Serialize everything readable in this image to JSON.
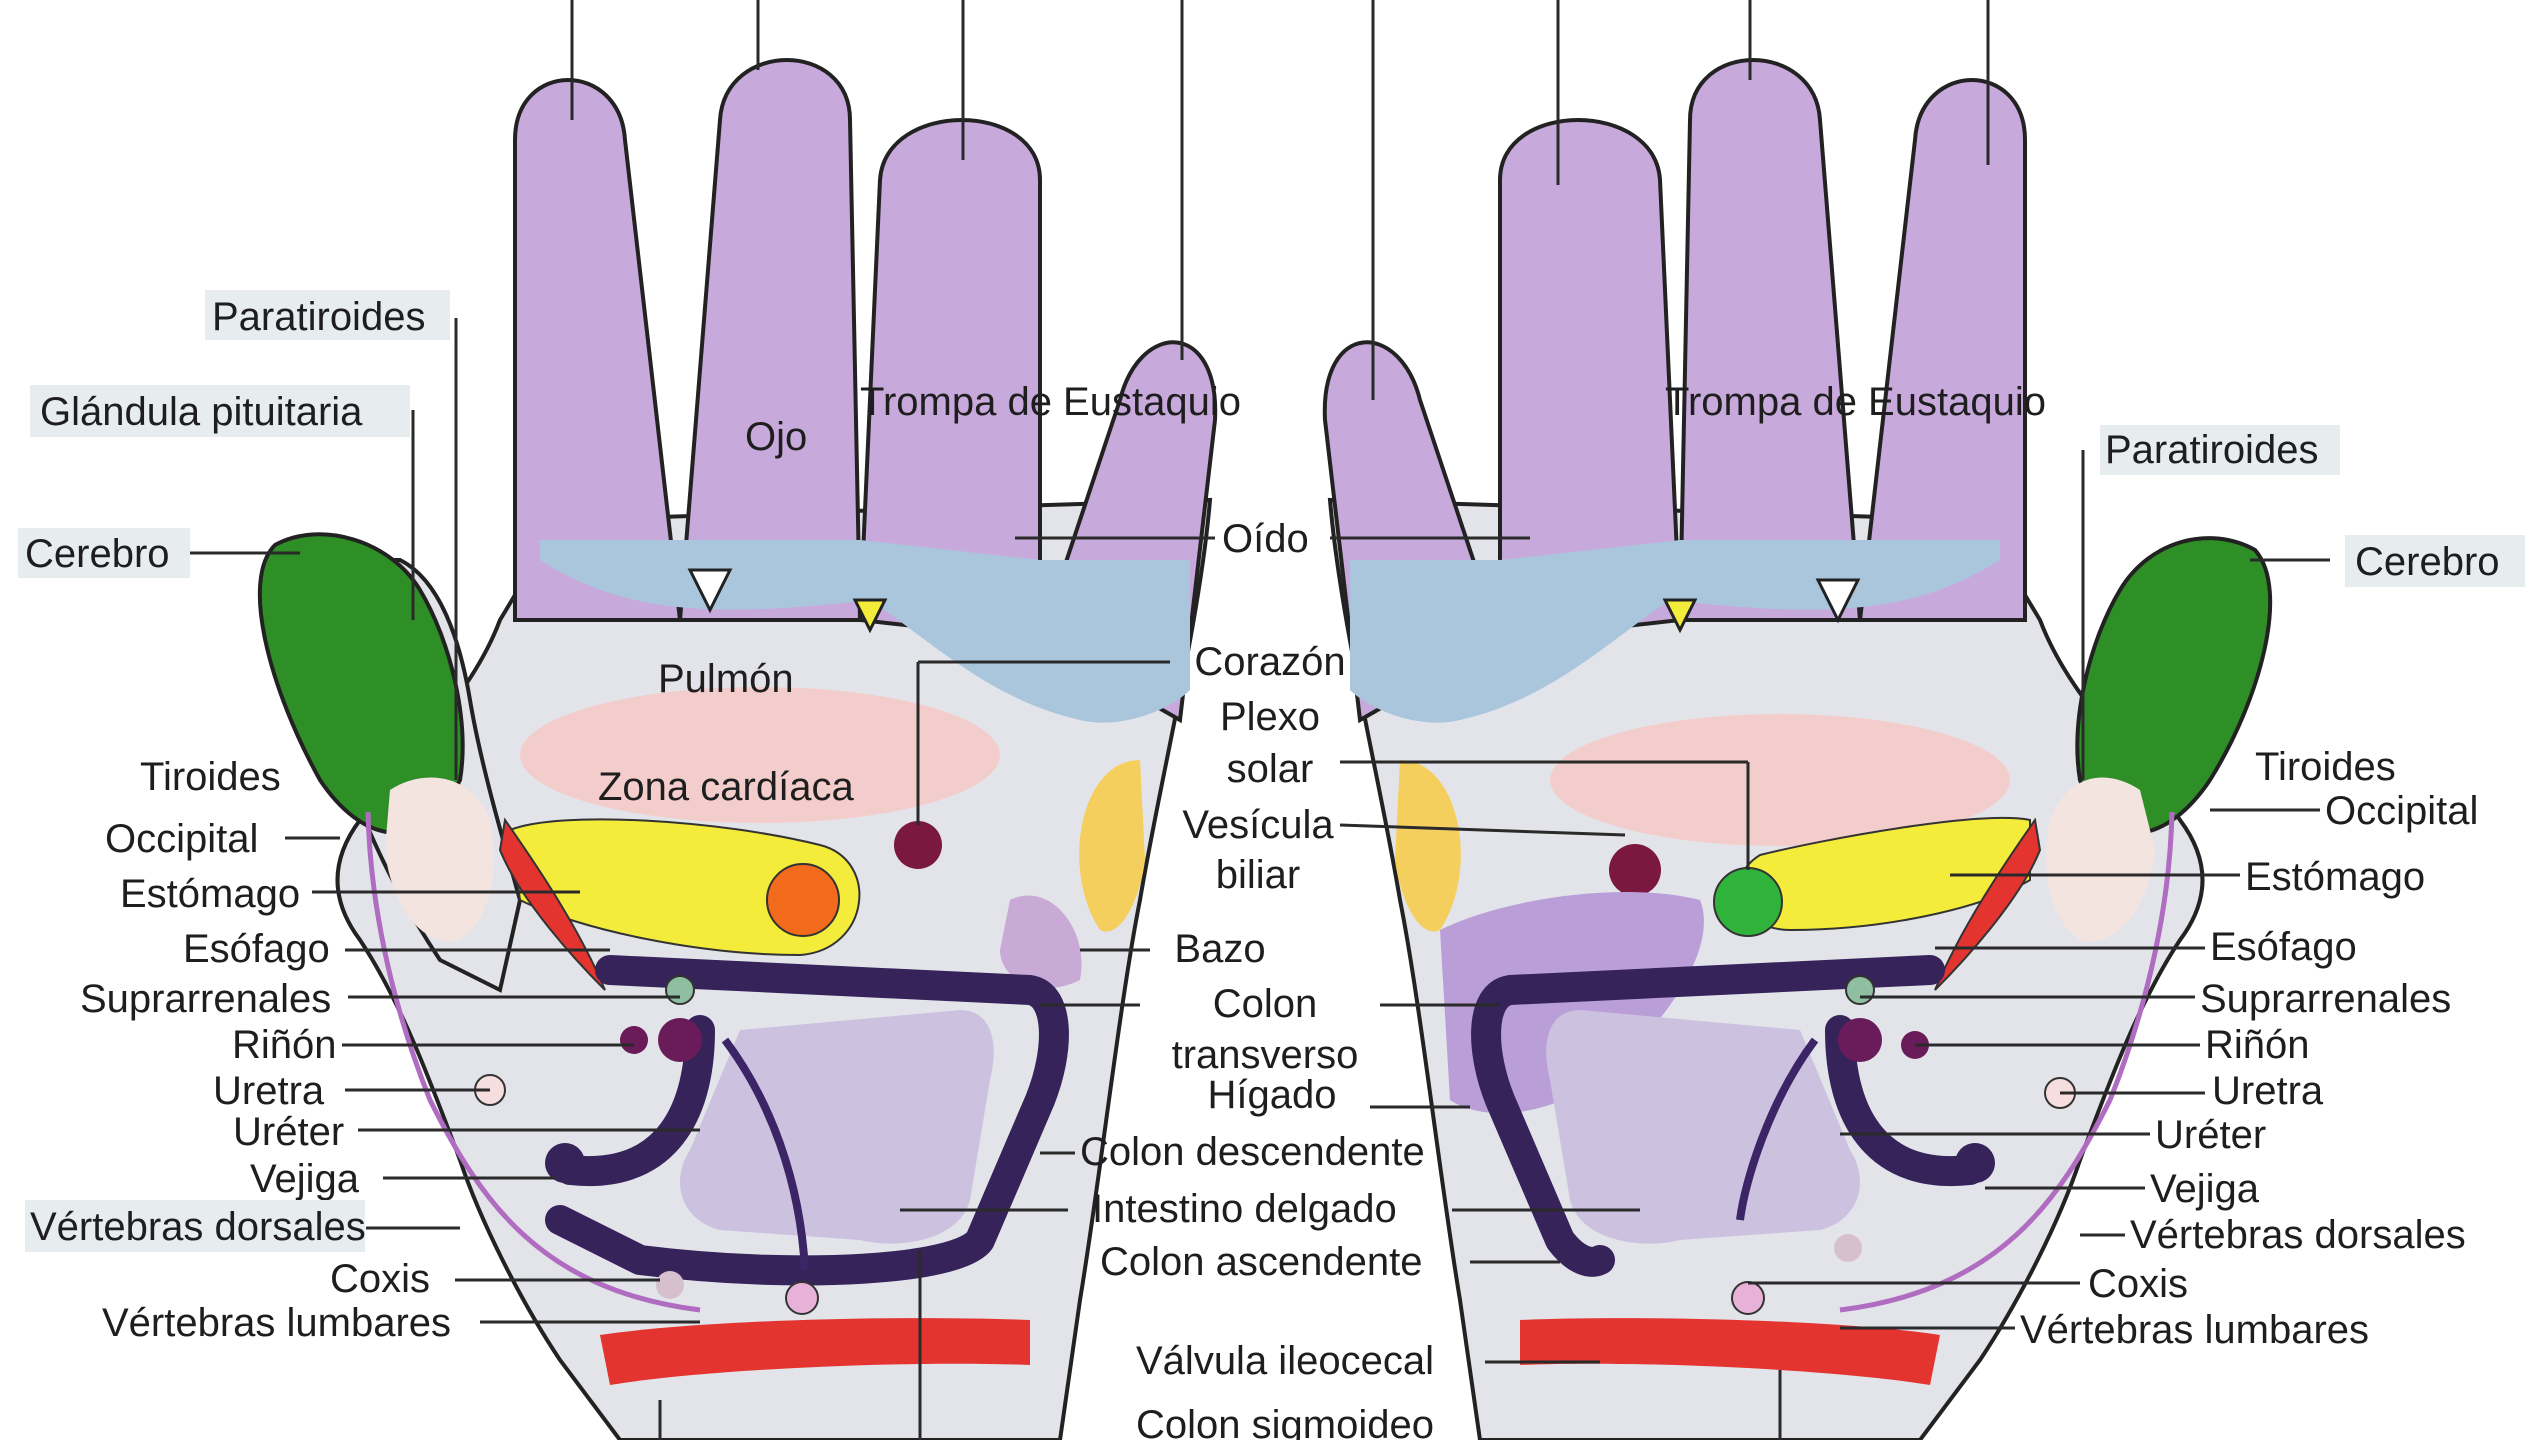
{
  "labels": {
    "ojo": "Ojo",
    "trompa_left": "Trompa de Eustaquio",
    "trompa_right": "Trompa de Eustaquio",
    "paratiroides_left": "Paratiroides",
    "paratiroides_right": "Paratiroides",
    "glandula_pituitaria": "Glándula pituitaria",
    "cerebro_left": "Cerebro",
    "cerebro_right": "Cerebro",
    "oido": "Oído",
    "pulmon": "Pulmón",
    "zona_cardiaca": "Zona cardíaca",
    "corazon": "Corazón",
    "plexo_solar_1": "Plexo",
    "plexo_solar_2": "solar",
    "vesicula_biliar_1": "Vesícula",
    "vesicula_biliar_2": "biliar",
    "tiroides_left": "Tiroides",
    "tiroides_right": "Tiroides",
    "occipital_left": "Occipital",
    "occipital_right": "Occipital",
    "estomago_left": "Estómago",
    "estomago_right": "Estómago",
    "esofago_left": "Esófago",
    "esofago_right": "Esófago",
    "bazo": "Bazo",
    "suprarrenales_left": "Suprarrenales",
    "suprarrenales_right": "Suprarrenales",
    "colon_transverso_1": "Colon",
    "colon_transverso_2": "transverso",
    "rinon_left": "Riñón",
    "rinon_right": "Riñón",
    "uretra_left": "Uretra",
    "uretra_right": "Uretra",
    "higado": "Hígado",
    "ureter_left": "Uréter",
    "ureter_right": "Uréter",
    "colon_descendente": "Colon descendente",
    "vejiga_left": "Vejiga",
    "vejiga_right": "Vejiga",
    "intestino_delgado": "Intestino delgado",
    "vertebras_dorsales_left": "Vértebras dorsales",
    "vertebras_dorsales_right": "Vértebras dorsales",
    "colon_ascendente": "Colon ascendente",
    "coxis_left": "Coxis",
    "coxis_right": "Coxis",
    "vertebras_lumbares_left": "Vértebras lumbares",
    "vertebras_lumbares_right": "Vértebras lumbares",
    "valvula_ileocecal": "Válvula ileocecal",
    "colon_sigmoideo": "Colon sigmoideo"
  },
  "colors": {
    "skin": "#e3e4ea",
    "fingers": "#c8a9dc",
    "sinus_band": "#a9c6dc",
    "thumb_brain": "#2f8f27",
    "lung_zone": "#f3cdcb",
    "stomach": "#f4ec3b",
    "pancreas_orange": "#f26a1b",
    "spleen_gallbladder": "#f4cf5e",
    "heart_solar": "#7b1842",
    "colon": "#35235a",
    "spine_red": "#e3342f",
    "liver_lilac": "#b99ed8"
  }
}
